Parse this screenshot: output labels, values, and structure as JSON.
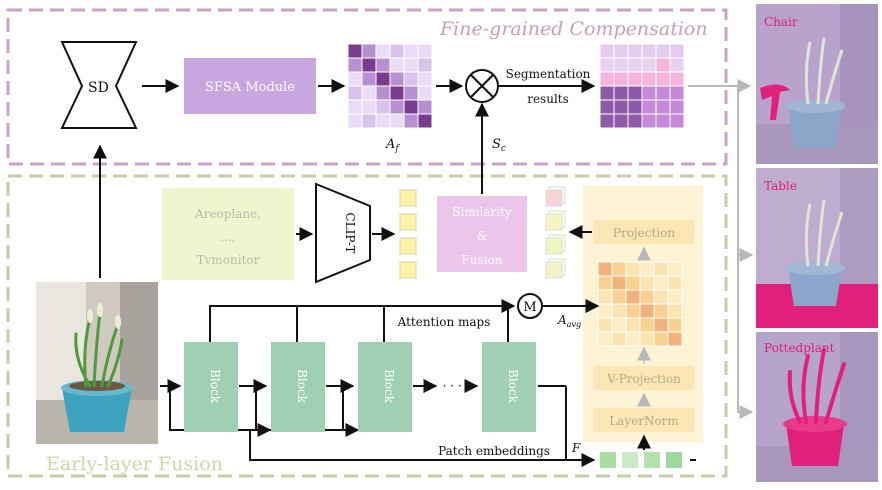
{
  "sections": {
    "fine_grained": "Fine-grained Compensation",
    "early_layer": "Early-layer Fusion"
  },
  "modules": {
    "sd": "SD",
    "sfsa": "SFSA Module",
    "clip": "CLIP-T",
    "similarity": [
      "Similarity",
      "&",
      "Fusion"
    ],
    "projection": "Projection",
    "v_projection": "V-Projection",
    "layernorm": "LayerNorm",
    "block": "Block",
    "mean_op": "M",
    "multiply_op": "⊗"
  },
  "class_prompt": [
    "Areoplane,",
    "...,",
    "Tvmonitor"
  ],
  "labels": {
    "segmentation": [
      "Segmentation",
      "results"
    ],
    "af": "A",
    "af_sub": "f",
    "sc": "S",
    "sc_sub": "c",
    "attention_maps": "Attention maps",
    "aavg": "A",
    "aavg_sub": "avg",
    "patch_embeddings": "Patch embeddings",
    "f": "F",
    "dots": "· · · ·"
  },
  "outputs": [
    {
      "label": "Chair",
      "color": "#e0207a"
    },
    {
      "label": "Table",
      "color": "#e0207a"
    },
    {
      "label": "Pottedplant",
      "color": "#e0207a"
    }
  ],
  "colors": {
    "fine_border": "#c9a3c4",
    "early_border": "#c3cfa8",
    "sfsa_fill": "#c8a6e0",
    "block_fill": "#9fd0b4",
    "similarity_fill": "#ecc6ea",
    "prompt_fill": "#eef6d0",
    "yellow_panel": "#fdf4d6"
  }
}
